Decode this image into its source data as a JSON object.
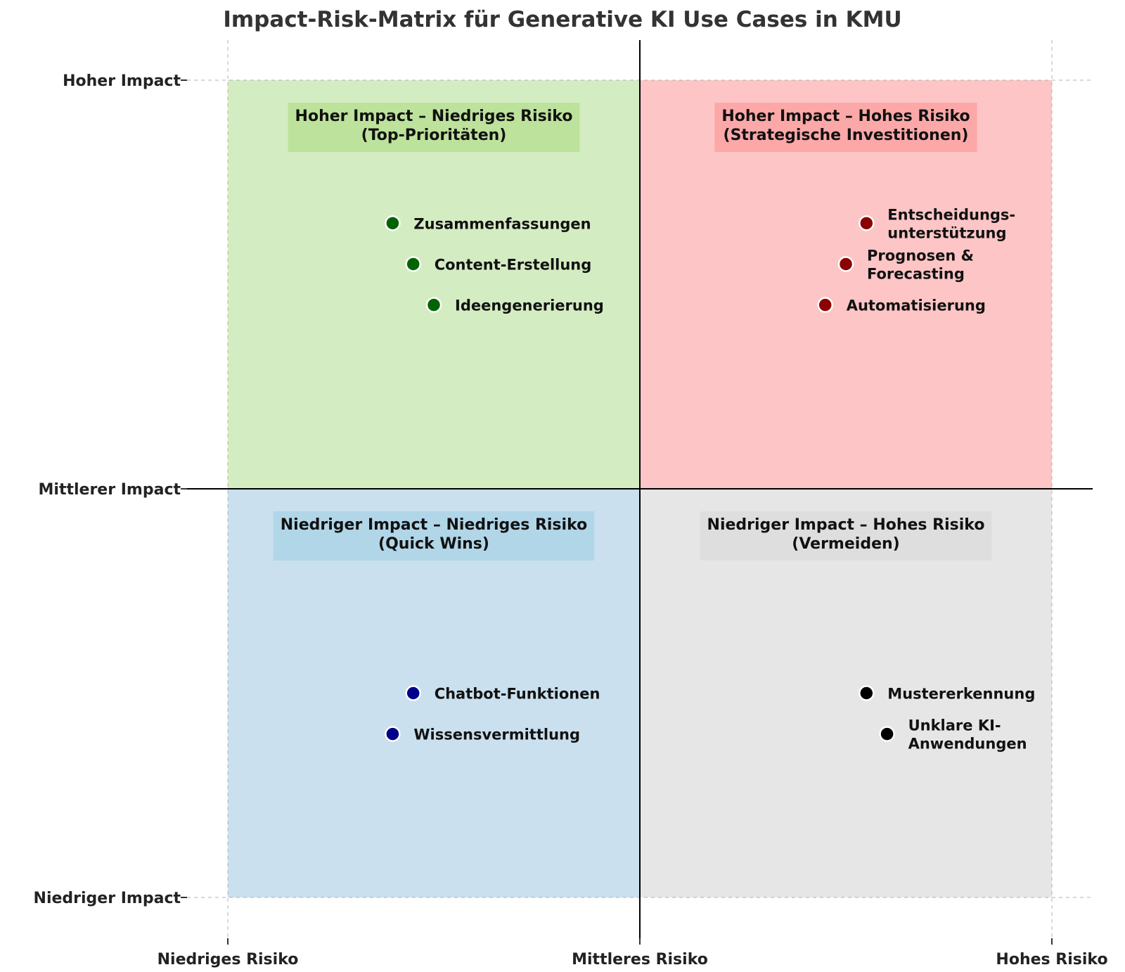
{
  "chart_data": {
    "type": "scatter",
    "title": "Impact-Risk-Matrix für Generative KI Use Cases in KMU",
    "xlim": [
      0,
      10
    ],
    "ylim": [
      0,
      10
    ],
    "x_ticks": [
      {
        "value": 0,
        "label": "Niedriges Risiko"
      },
      {
        "value": 5,
        "label": "Mittleres Risiko"
      },
      {
        "value": 10,
        "label": "Hohes Risiko"
      }
    ],
    "y_ticks": [
      {
        "value": 0,
        "label": "Niedriger Impact"
      },
      {
        "value": 5,
        "label": "Mittlerer Impact"
      },
      {
        "value": 10,
        "label": "Hoher Impact"
      }
    ],
    "grid": true,
    "quadrants": [
      {
        "id": "hi-lo",
        "x": [
          0,
          5
        ],
        "y": [
          5,
          10
        ],
        "fill": "#b8e09a",
        "label_bg": "#b8e094",
        "lines": [
          "Hoher Impact – Niedriges Risiko",
          "(Top-Prioritäten)"
        ]
      },
      {
        "id": "hi-hi",
        "x": [
          5,
          10
        ],
        "y": [
          5,
          10
        ],
        "fill": "#fb9e9e",
        "label_bg": "#fba2a2",
        "lines": [
          "Hoher Impact – Hohes Risiko",
          "(Strategische Investitionen)"
        ]
      },
      {
        "id": "lo-lo",
        "x": [
          0,
          5
        ],
        "y": [
          0,
          5
        ],
        "fill": "#a6cbe2",
        "label_bg": "#add3e6",
        "lines": [
          "Niedriger Impact – Niedriges Risiko",
          "(Quick Wins)"
        ]
      },
      {
        "id": "lo-hi",
        "x": [
          5,
          10
        ],
        "y": [
          0,
          5
        ],
        "fill": "#d6d6d6",
        "label_bg": "#dcdcdc",
        "lines": [
          "Niedriger Impact – Hohes Risiko",
          "(Vermeiden)"
        ]
      }
    ],
    "series": [
      {
        "color": "#006400",
        "points": [
          {
            "x": 2.0,
            "y": 8.25,
            "label": [
              "Zusammenfassungen"
            ]
          },
          {
            "x": 2.25,
            "y": 7.75,
            "label": [
              "Content-Erstellung"
            ]
          },
          {
            "x": 2.5,
            "y": 7.25,
            "label": [
              "Ideengenerierung"
            ]
          }
        ]
      },
      {
        "color": "#8b0000",
        "points": [
          {
            "x": 7.75,
            "y": 8.25,
            "label": [
              "Entscheidungs-",
              "unterstützung"
            ]
          },
          {
            "x": 7.5,
            "y": 7.75,
            "label": [
              "Prognosen &",
              "Forecasting"
            ]
          },
          {
            "x": 7.25,
            "y": 7.25,
            "label": [
              "Automatisierung"
            ]
          }
        ]
      },
      {
        "color": "#00008b",
        "points": [
          {
            "x": 2.25,
            "y": 2.5,
            "label": [
              "Chatbot-Funktionen"
            ]
          },
          {
            "x": 2.0,
            "y": 2.0,
            "label": [
              "Wissensvermittlung"
            ]
          }
        ]
      },
      {
        "color": "#000000",
        "points": [
          {
            "x": 7.75,
            "y": 2.5,
            "label": [
              "Mustererkennung"
            ]
          },
          {
            "x": 8.0,
            "y": 2.0,
            "label": [
              "Unklare KI-",
              "Anwendungen"
            ]
          }
        ]
      }
    ]
  }
}
